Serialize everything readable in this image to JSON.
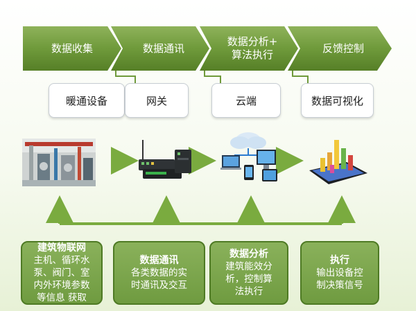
{
  "stages": [
    {
      "label": "数据收集"
    },
    {
      "label": "数据通讯"
    },
    {
      "label": "数据分析+\n算法执行"
    },
    {
      "label": "反馈控制"
    }
  ],
  "boxes": [
    {
      "label": "暖通设备"
    },
    {
      "label": "网关"
    },
    {
      "label": "云端"
    },
    {
      "label": "数据可视化"
    }
  ],
  "panels": [
    {
      "title": "建筑物联网",
      "body": "主机、循环水\n泵、阀门、室\n内外环境参数\n等信息 获取"
    },
    {
      "title": "数据通讯",
      "body": "各类数据的实\n时通讯及交互"
    },
    {
      "title": "数据分析",
      "body": "建筑能效分\n析，控制算\n法执行"
    },
    {
      "title": "执行",
      "body": "输出设备控\n制决策信号"
    }
  ],
  "images": [
    {
      "icon": "hvac-plant-photo"
    },
    {
      "icon": "gateway-device-icon"
    },
    {
      "icon": "cloud-devices-icon"
    },
    {
      "icon": "data-visualization-tablet-icon"
    }
  ],
  "colors": {
    "green_dark": "#4e7a24",
    "green": "#6f9a3b",
    "arrow": "#7aab3f"
  }
}
